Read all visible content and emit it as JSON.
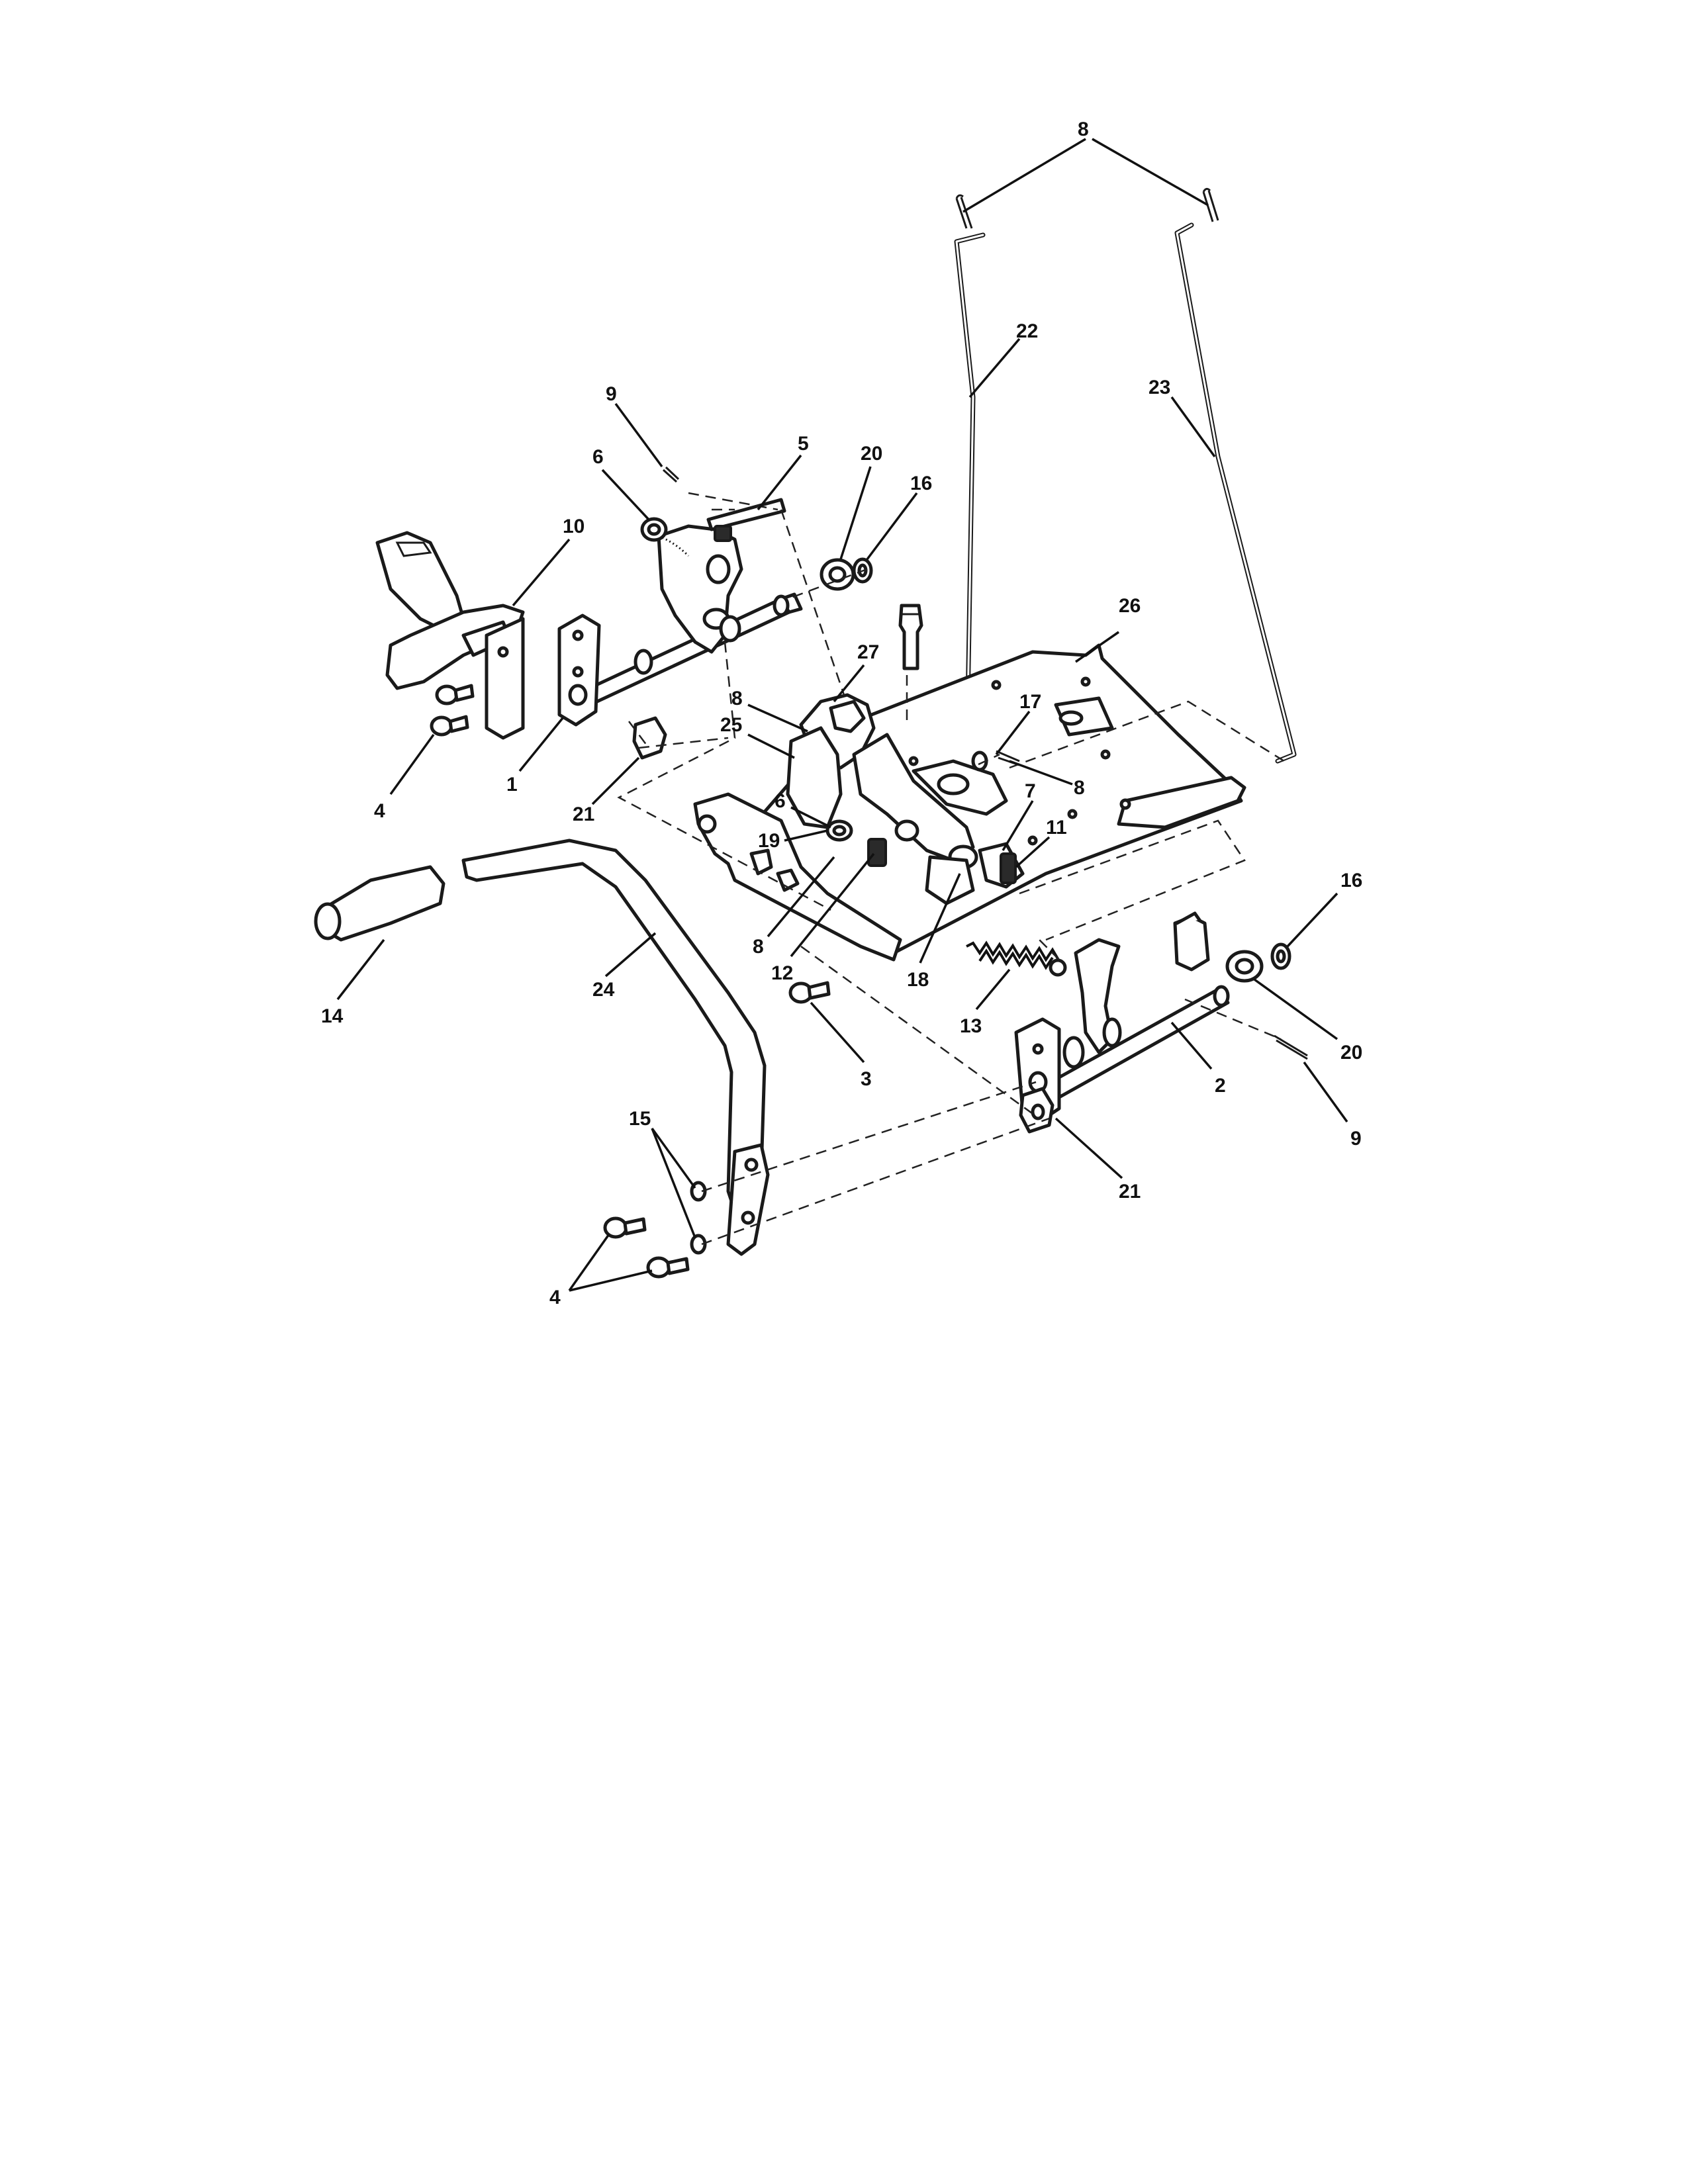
{
  "diagram": {
    "type": "exploded-parts-view",
    "callouts": {
      "c1": "1",
      "c2": "2",
      "c3": "3",
      "c4a": "4",
      "c4b": "4",
      "c5": "5",
      "c6a": "6",
      "c6b": "6",
      "c7": "7",
      "c8top": "8",
      "c8a": "8",
      "c8b": "8",
      "c8c": "8",
      "c9a": "9",
      "c9b": "9",
      "c10": "10",
      "c11": "11",
      "c12": "12",
      "c13": "13",
      "c14": "14",
      "c15": "15",
      "c16a": "16",
      "c16b": "16",
      "c17": "17",
      "c18": "18",
      "c19": "19",
      "c20a": "20",
      "c20b": "20",
      "c21a": "21",
      "c21b": "21",
      "c22": "22",
      "c23": "23",
      "c24": "24",
      "c25": "25",
      "c26": "26",
      "c27": "27"
    }
  }
}
